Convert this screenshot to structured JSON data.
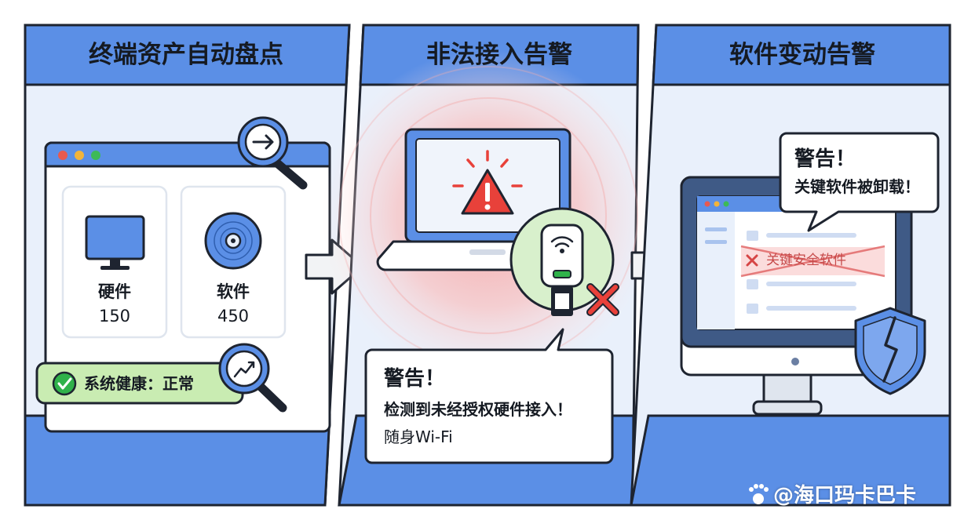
{
  "panels": [
    {
      "title": "终端资产自动盘点",
      "cards": [
        {
          "icon": "monitor-icon",
          "label": "硬件",
          "count": "150"
        },
        {
          "icon": "disc-icon",
          "label": "软件",
          "count": "450"
        }
      ],
      "health_status": "系统健康：正常"
    },
    {
      "title": "非法接入告警",
      "alert": {
        "heading": "警告！",
        "message": "检测到未经授权硬件接入！",
        "device": "随身Wi-Fi"
      }
    },
    {
      "title": "软件变动告警",
      "alert": {
        "heading": "警告！",
        "message": "关键软件被卸载！"
      },
      "removed_item": "关键安全软件"
    }
  ],
  "watermark": "@海口玛卡巴卡",
  "colors": {
    "header_blue": "#5b8fe6",
    "panel_bg": "#e9f0fb",
    "outline": "#1e2430",
    "alert_red": "#e8413a",
    "ok_green": "#2fb24a",
    "health_bg": "#c9ecb2"
  }
}
